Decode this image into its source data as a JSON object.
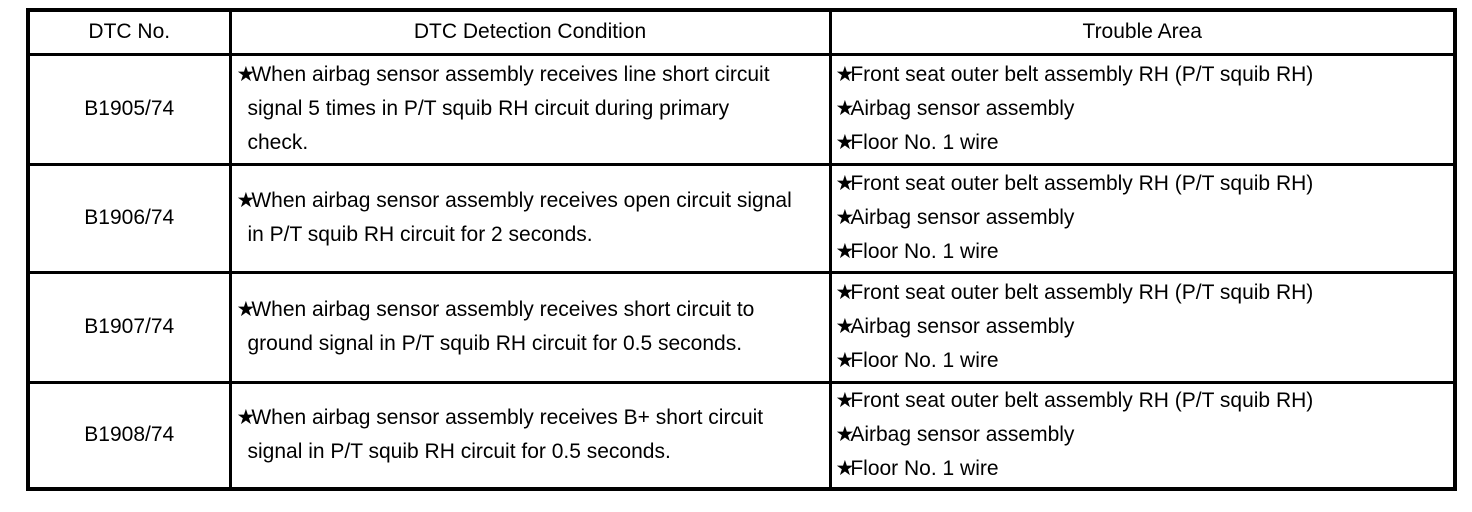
{
  "page": {
    "background_color": "#ffffff",
    "text_color": "#000000",
    "border_color": "#000000"
  },
  "table": {
    "star_icon": "★",
    "columns": [
      {
        "label": "DTC No."
      },
      {
        "label": "DTC Detection Condition"
      },
      {
        "label": "Trouble Area"
      }
    ],
    "rows": [
      {
        "dtc": "B1905/74",
        "condition_lines": [
          "When airbag sensor assembly receives line short circuit",
          "signal 5 times in P/T squib RH circuit during primary",
          "check."
        ],
        "trouble_items": [
          "Front seat outer belt assembly RH (P/T squib RH)",
          "Airbag sensor assembly",
          "Floor No. 1 wire"
        ]
      },
      {
        "dtc": "B1906/74",
        "condition_lines": [
          "When airbag sensor assembly receives open circuit signal",
          "in P/T squib RH circuit for 2 seconds."
        ],
        "trouble_items": [
          "Front seat outer belt assembly RH (P/T squib RH)",
          "Airbag sensor assembly",
          "Floor No. 1 wire"
        ]
      },
      {
        "dtc": "B1907/74",
        "condition_lines": [
          "When airbag sensor assembly receives short circuit to",
          "ground signal in P/T squib RH circuit for 0.5 seconds."
        ],
        "trouble_items": [
          "Front seat outer belt assembly RH (P/T squib RH)",
          "Airbag sensor assembly",
          "Floor No. 1 wire"
        ]
      },
      {
        "dtc": "B1908/74",
        "condition_lines": [
          "When airbag sensor assembly receives B+ short circuit",
          "signal in P/T squib RH circuit for 0.5 seconds."
        ],
        "trouble_items": [
          "Front seat outer belt assembly RH (P/T squib RH)",
          "Airbag sensor assembly",
          "Floor No. 1 wire"
        ]
      }
    ]
  }
}
